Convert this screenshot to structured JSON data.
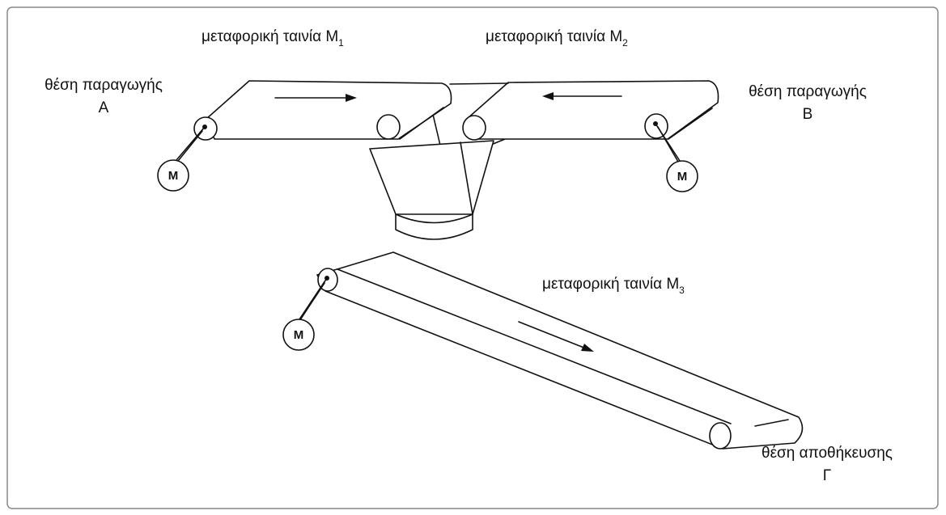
{
  "labels": {
    "belt_m1": {
      "text": "μεταφορική ταινία M",
      "sub": "1"
    },
    "belt_m2": {
      "text": "μεταφορική ταινία M",
      "sub": "2"
    },
    "belt_m3": {
      "text": "μεταφορική ταινία M",
      "sub": "3"
    },
    "station_a": {
      "line1": "θέση παραγωγής",
      "line2": "A"
    },
    "station_b": {
      "line1": "θέση παραγωγής",
      "line2": "B"
    },
    "station_c": {
      "line1": "θέση αποθήκευσης",
      "line2": "Γ"
    }
  },
  "motors": {
    "motor_1": "M",
    "motor_2": "M",
    "motor_3": "M"
  },
  "colors": {
    "line": "#111111",
    "background": "#ffffff",
    "frame": "#888888"
  }
}
